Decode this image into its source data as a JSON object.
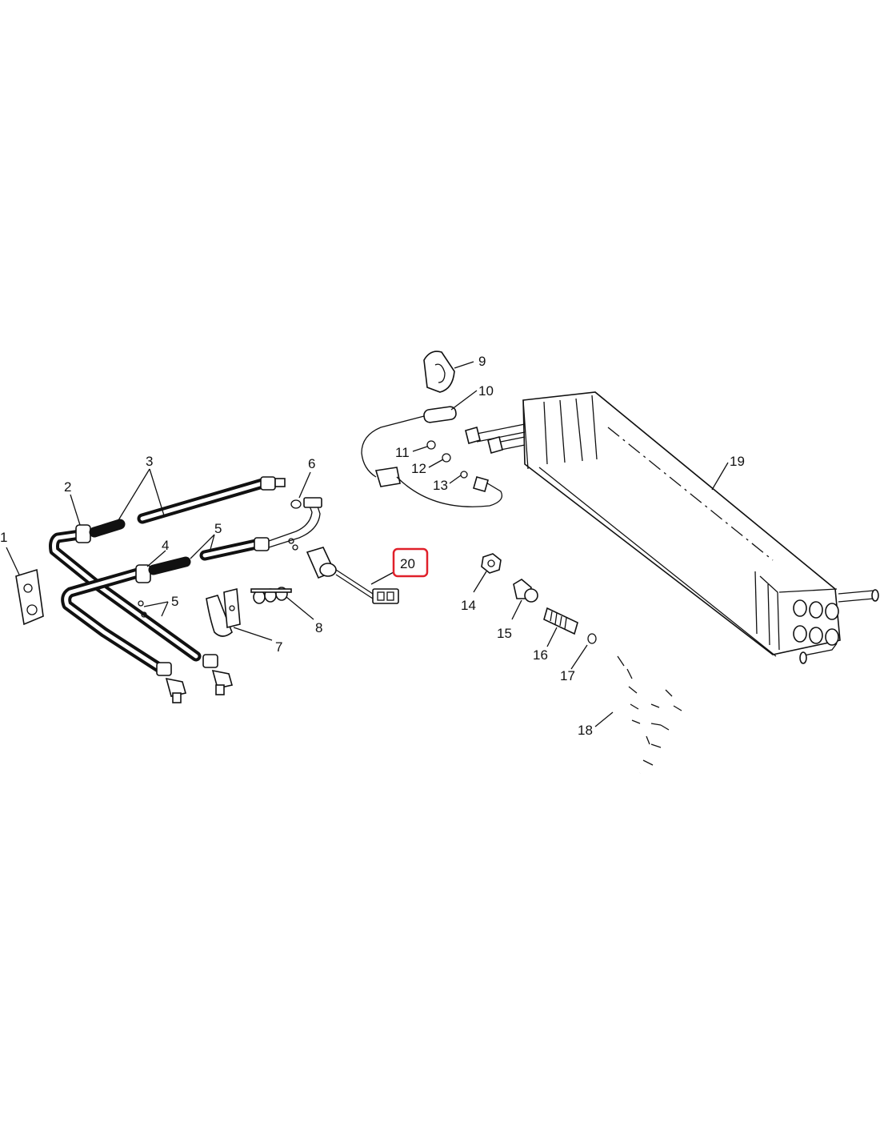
{
  "diagram": {
    "callouts": [
      {
        "id": "1",
        "label": "1"
      },
      {
        "id": "2",
        "label": "2"
      },
      {
        "id": "3",
        "label": "3"
      },
      {
        "id": "4",
        "label": "4"
      },
      {
        "id": "5a",
        "label": "5"
      },
      {
        "id": "5b",
        "label": "5"
      },
      {
        "id": "6",
        "label": "6"
      },
      {
        "id": "7",
        "label": "7"
      },
      {
        "id": "8",
        "label": "8"
      },
      {
        "id": "9",
        "label": "9"
      },
      {
        "id": "10",
        "label": "10"
      },
      {
        "id": "11",
        "label": "11"
      },
      {
        "id": "12",
        "label": "12"
      },
      {
        "id": "13",
        "label": "13"
      },
      {
        "id": "14",
        "label": "14"
      },
      {
        "id": "15",
        "label": "15"
      },
      {
        "id": "16",
        "label": "16"
      },
      {
        "id": "17",
        "label": "17"
      },
      {
        "id": "18",
        "label": "18"
      },
      {
        "id": "19",
        "label": "19"
      },
      {
        "id": "20",
        "label": "20"
      }
    ],
    "highlighted_callout": "20",
    "highlight_color": "#e0202a",
    "line_color": "#111111"
  }
}
